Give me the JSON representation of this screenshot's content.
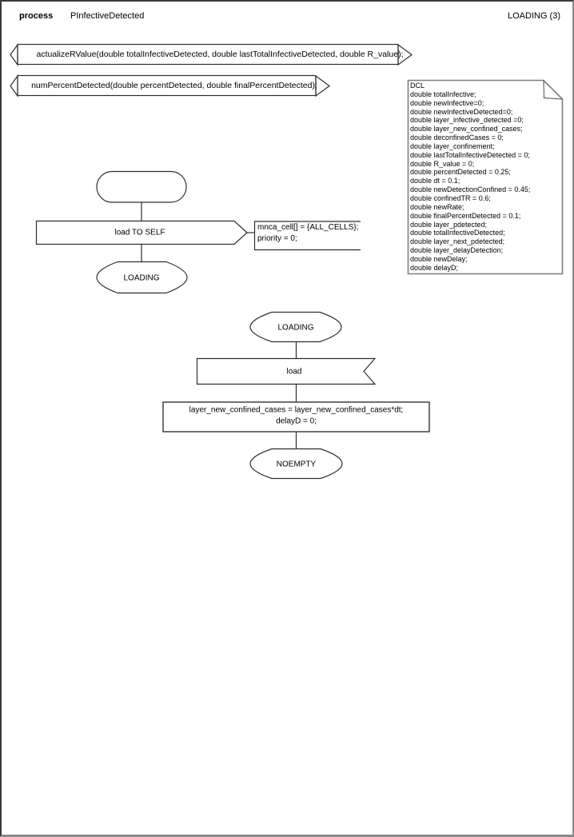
{
  "header": {
    "kind": "process",
    "name": "PInfectiveDetected",
    "page": "LOADING (3)"
  },
  "procedures": {
    "p1": "actualizeRValue(double totalInfectiveDetected, double lastTotalInfectiveDetected, double R_value);",
    "p2": "numPercentDetected(double percentDetected, double finalPercentDetected);"
  },
  "dcl": {
    "lines": [
      "DCL",
      "double totalInfective;",
      "double newInfective=0;",
      "double newInfectiveDetected=0;",
      "double layer_infective_detected =0;",
      "double layer_new_confined_cases;",
      "double deconfinedCases = 0;",
      "double layer_confinement;",
      "double lastTotalInfectiveDetected = 0;",
      "double R_value = 0;",
      "double percentDetected = 0.25;",
      "double dt = 0.1;",
      "double newDetectionConfined = 0.45;",
      "double confinedTR = 0.6;",
      "double newRate;",
      "double finalPercentDetected = 0.1;",
      "double layer_pdetected;",
      "double totalInfectiveDetected;",
      "double layer_next_pdetected;",
      "double layer_delayDetection;",
      "double newDelay;",
      "double delayD;"
    ]
  },
  "flow1": {
    "output": "load TO SELF",
    "comment": [
      "mnca_cell[] = {ALL_CELLS};",
      "priority = 0;"
    ],
    "state": "LOADING"
  },
  "flow2": {
    "state": "LOADING",
    "input": "load",
    "task": [
      "layer_new_confined_cases = layer_new_confined_cases*dt;",
      "delayD = 0;"
    ],
    "next_state": "NOEMPTY"
  },
  "colors": {
    "background": "#ffffff",
    "stroke": "#2e2e2e",
    "note_stroke": "#7d7d7d",
    "task_stroke": "#4d4d4d"
  }
}
